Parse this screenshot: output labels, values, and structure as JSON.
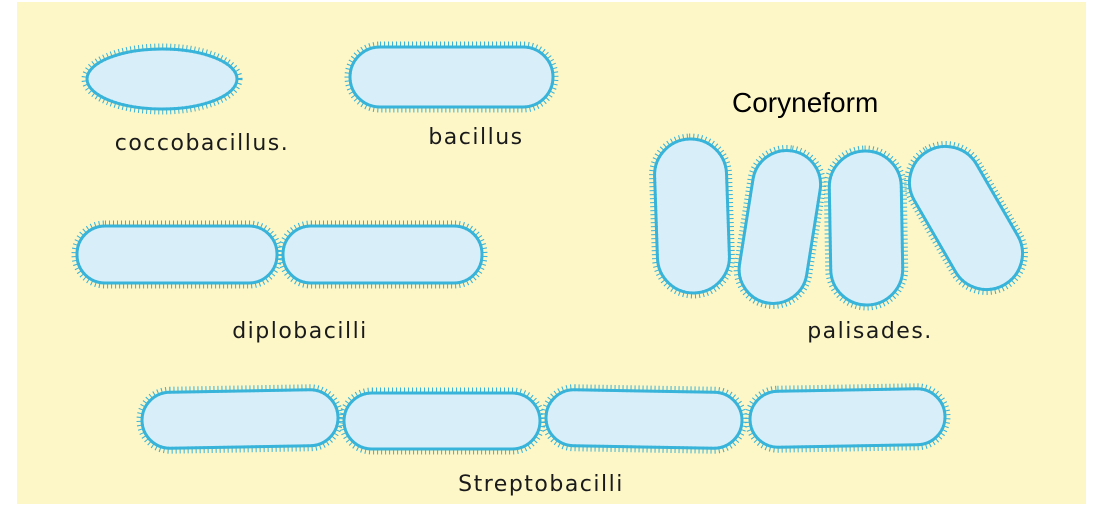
{
  "labels": {
    "coccobacillus": "coccobacillus.",
    "bacillus": "bacillus",
    "coryneform": "Coryneform",
    "diplobacilli": "diplobacilli",
    "palisades": "palisades.",
    "streptobacilli": "Streptobacilli"
  },
  "colors": {
    "background": "#fdf7c8",
    "cell_fill": "#d8effa",
    "cell_stroke": "#38b3d9",
    "label_text": "#1a1a1a"
  }
}
